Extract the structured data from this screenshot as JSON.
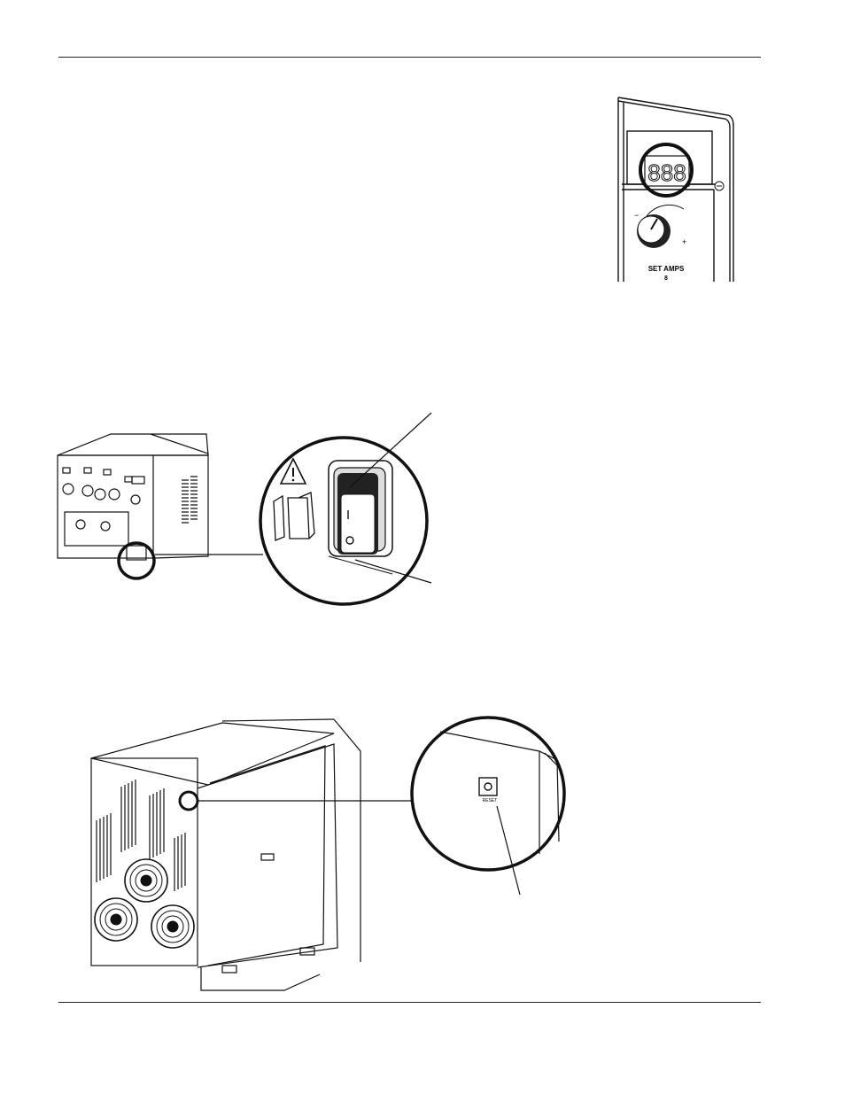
{
  "figures": {
    "display_panel": {
      "digits": "888",
      "knob_minus": "−",
      "knob_plus": "+",
      "knob_label": "SET AMPS",
      "knob_sub": "8"
    },
    "rear_panel": {
      "button_label": "RESET"
    }
  }
}
